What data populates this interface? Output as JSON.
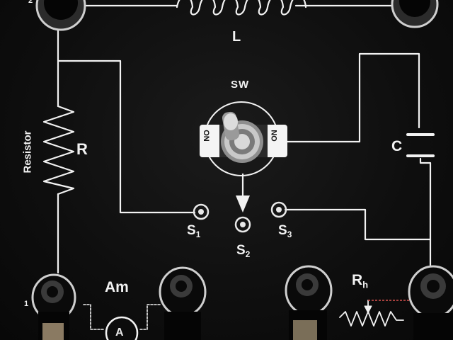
{
  "panel": {
    "switch_label": "SW",
    "inductor_label": "L",
    "resistor_symbol": "R",
    "resistor_text": "Resistor",
    "capacitor_label": "C",
    "switch_on_left": "ON",
    "switch_on_right": "ON",
    "terminals": {
      "s1": {
        "letter": "S",
        "sub": "1"
      },
      "s2": {
        "letter": "S",
        "sub": "2"
      },
      "s3": {
        "letter": "S",
        "sub": "3"
      }
    },
    "ammeter_label": "Am",
    "ammeter_symbol": "A",
    "rheostat_label": {
      "letter": "R",
      "sub": "h"
    },
    "post_numbers": {
      "left_bottom": "1",
      "left_top": "2"
    }
  },
  "colors": {
    "board": "#111111",
    "wire": "#f2f2f2",
    "post": "#1a1a1a",
    "switch_metal": "#b8b8b8",
    "red_trace": "#d9534f"
  }
}
